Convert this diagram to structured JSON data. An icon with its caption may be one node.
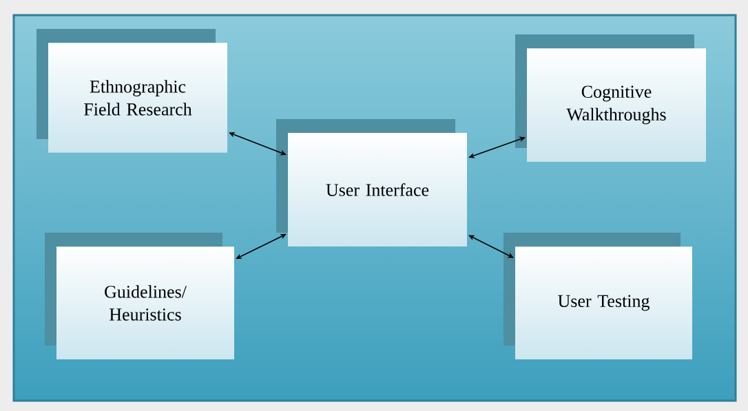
{
  "diagram": {
    "nodes": [
      {
        "text": [
          "Ethnographic Field Research"
        ]
      },
      {
        "text": [
          "Cognitive Walkthroughs"
        ]
      },
      {
        "text": [
          "User Interface"
        ]
      },
      {
        "text": [
          "Guidelines/ Heuristics"
        ]
      },
      {
        "text": [
          "User Testing"
        ]
      }
    ],
    "edges": [
      {
        "from": 0,
        "to": 2,
        "arrow": "both"
      },
      {
        "from": 1,
        "to": 2,
        "arrow": "both"
      },
      {
        "from": 3,
        "to": 2,
        "arrow": "both"
      },
      {
        "from": 4,
        "to": 2,
        "arrow": "both"
      }
    ]
  }
}
